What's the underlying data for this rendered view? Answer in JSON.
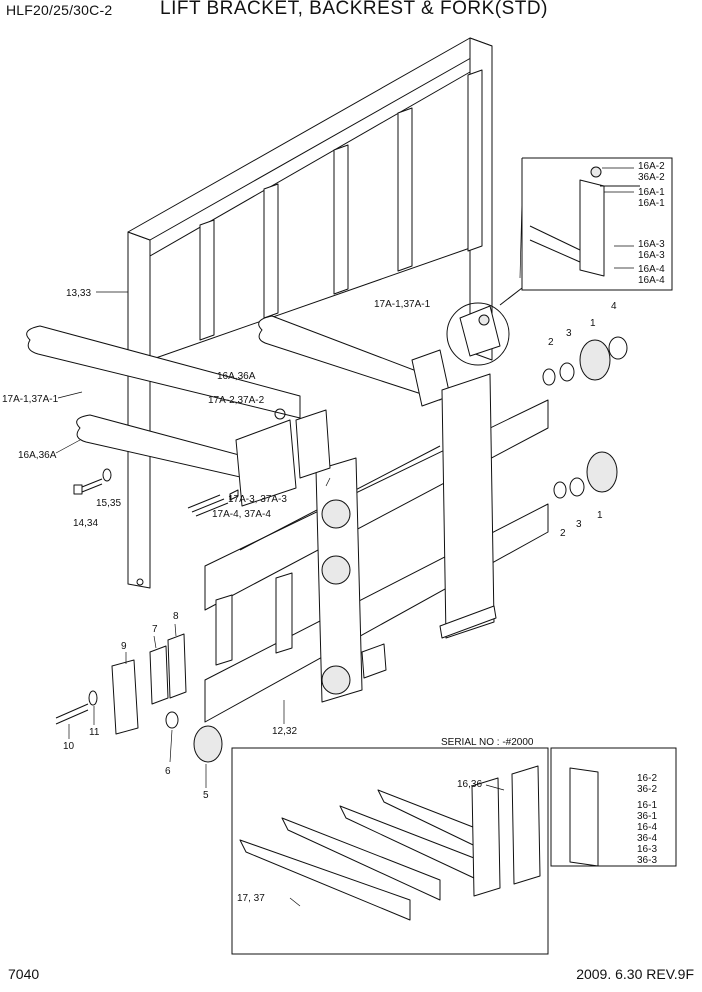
{
  "header": {
    "model": "HLF20/25/30C-2",
    "title": "LIFT BRACKET, BACKREST & FORK(STD)"
  },
  "footer": {
    "page_number": "7040",
    "revision": "2009. 6.30 REV.9F"
  },
  "serial_note": "SERIAL NO : -#2000",
  "callouts": {
    "c_13_33": "13,33",
    "c_17a1_37a1_top": "17A-1,37A-1",
    "c_17a1_37a1_left": "17A-1,37A-1",
    "c_16a_36a_mid": "16A,36A",
    "c_16a_36a_left": "16A,36A",
    "c_17a2_37a2": "17A-2,37A-2",
    "c_17a3_37a3": "17A-3, 37A-3",
    "c_17a4_37a4": "17A-4, 37A-4",
    "c_15_35": "15,35",
    "c_14_34": "14,34",
    "c_12_32": "12,32",
    "c_9": "9",
    "c_7": "7",
    "c_8": "8",
    "c_10": "10",
    "c_11": "11",
    "c_6": "6",
    "c_5": "5",
    "c_1_top": "1",
    "c_2_top": "2",
    "c_3_top": "3",
    "c_4_top": "4",
    "c_1_bot": "1",
    "c_2_bot": "2",
    "c_3_bot": "3",
    "c_16a2": "16A-2",
    "c_36a2": "36A-2",
    "c_16a1a": "16A-1",
    "c_16a1b": "16A-1",
    "c_16a3a": "16A-3",
    "c_16a3b": "16A-3",
    "c_16a4a": "16A-4",
    "c_16a4b": "16A-4",
    "c_16_36": "16,36",
    "c_17_37": "17, 37",
    "c_16_2": "16-2",
    "c_36_2": "36-2",
    "c_16_1": "16-1",
    "c_36_1": "36-1",
    "c_16_4": "16-4",
    "c_36_4": "36-4",
    "c_16_3": "16-3",
    "c_36_3": "36-3"
  }
}
